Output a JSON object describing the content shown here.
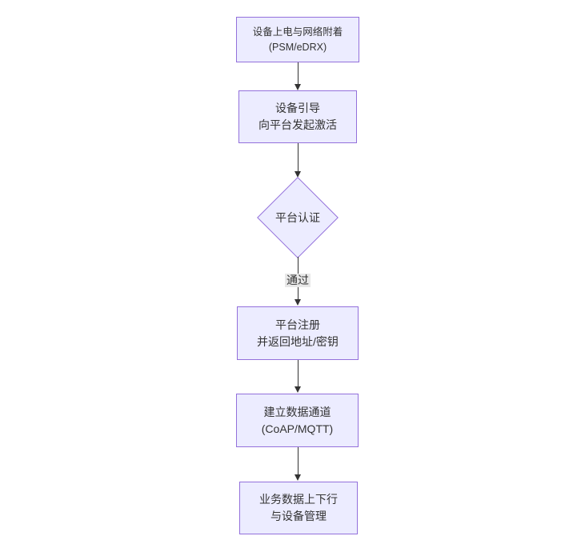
{
  "diagram": {
    "type": "flowchart",
    "direction": "top-down",
    "colors": {
      "node_fill": "#ECECFF",
      "node_border": "#9370DB",
      "edge_line": "#333333",
      "text": "#333333",
      "edge_label_bg": "#e8e8e8",
      "background": "#ffffff"
    }
  },
  "nodes": [
    {
      "id": "power-attach",
      "shape": "rect",
      "lines": [
        "设备上电与网络附着",
        "(PSM/eDRX)"
      ]
    },
    {
      "id": "bootstrap",
      "shape": "rect",
      "lines": [
        "设备引导",
        "向平台发起激活"
      ]
    },
    {
      "id": "platform-auth",
      "shape": "diamond",
      "label": "平台认证"
    },
    {
      "id": "register",
      "shape": "rect",
      "lines": [
        "平台注册",
        "并返回地址/密钥"
      ]
    },
    {
      "id": "data-channel",
      "shape": "rect",
      "lines": [
        "建立数据通道",
        "(CoAP/MQTT)"
      ]
    },
    {
      "id": "business-data",
      "shape": "rect",
      "lines": [
        "业务数据上下行",
        "与设备管理"
      ]
    }
  ],
  "edges": [
    {
      "from": "power-attach",
      "to": "bootstrap",
      "label": ""
    },
    {
      "from": "bootstrap",
      "to": "platform-auth",
      "label": ""
    },
    {
      "from": "platform-auth",
      "to": "register",
      "label": "通过"
    },
    {
      "from": "register",
      "to": "data-channel",
      "label": ""
    },
    {
      "from": "data-channel",
      "to": "business-data",
      "label": ""
    }
  ]
}
